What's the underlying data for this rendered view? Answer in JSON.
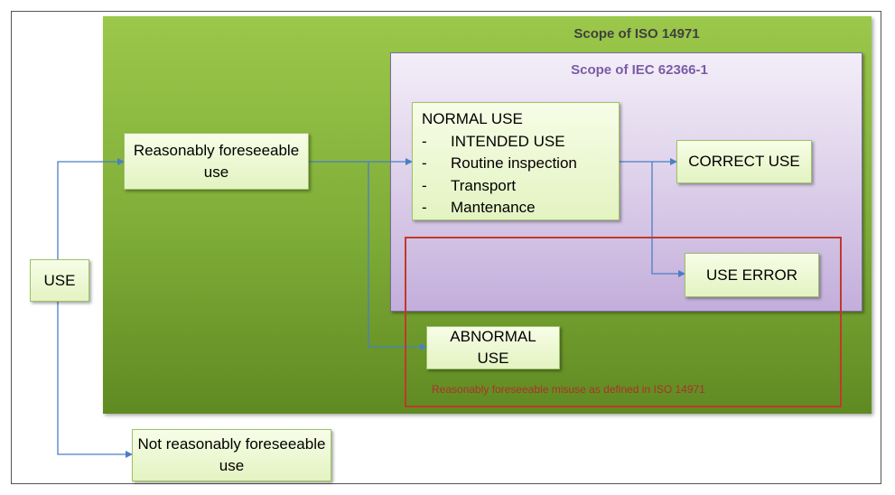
{
  "scope_iso": "Scope of ISO 14971",
  "scope_iec": "Scope of IEC 62366-1",
  "nodes": {
    "use": "USE",
    "reasonably_foreseeable": "Reasonably foreseeable use",
    "not_reasonably_foreseeable": "Not reasonably foreseeable use",
    "normal_use": {
      "title": "NORMAL USE",
      "items": [
        "INTENDED USE",
        "Routine inspection",
        "Transport",
        "Mantenance"
      ],
      "bullet": "-"
    },
    "correct_use": "CORRECT USE",
    "use_error": "USE ERROR",
    "abnormal_use": "ABNORMAL USE"
  },
  "misuse_label": "Reasonably foreseeable misuse as defined in ISO 14971",
  "colors": {
    "green": "#8bb93f",
    "purple": "#d8c9e8",
    "arrow": "#4a7fc1",
    "misuse": "#c0392b"
  }
}
